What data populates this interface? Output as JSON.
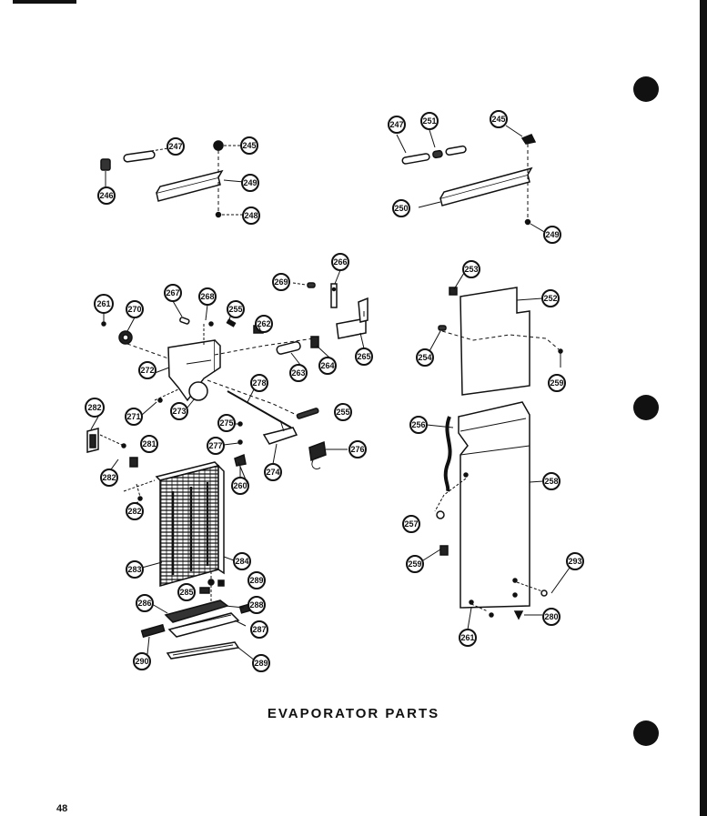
{
  "caption": "EVAPORATOR PARTS",
  "page_number": "48",
  "colors": {
    "ink": "#111111",
    "paper": "#ffffff"
  },
  "callouts": {
    "c247a": "247",
    "c245a": "245",
    "c246a": "246",
    "c248a": "248",
    "c249a": "249",
    "c247b": "247",
    "c251": "251",
    "c245b": "245",
    "c250": "250",
    "c249b": "249",
    "c261a": "261",
    "c270": "270",
    "c267": "267",
    "c268": "268",
    "c255a": "255",
    "c262": "262",
    "c269": "269",
    "c266": "266",
    "c272": "272",
    "c263": "263",
    "c264": "264",
    "c265": "265",
    "c271": "271",
    "c273": "273",
    "c278": "278",
    "c275": "275",
    "c255b": "255",
    "c277": "277",
    "c276": "276",
    "c274": "274",
    "c260": "260",
    "c282a": "282",
    "c282b": "282",
    "c281": "281",
    "c282c": "282",
    "c283": "283",
    "c284": "284",
    "c285": "285",
    "c289a": "289",
    "c286": "286",
    "c288": "288",
    "c287": "287",
    "c290": "290",
    "c289b": "289",
    "c253": "253",
    "c252": "252",
    "c254": "254",
    "c259a": "259",
    "c256": "256",
    "c258": "258",
    "c257": "257",
    "c259b": "259",
    "c293": "293",
    "c261b": "261",
    "c280": "280"
  }
}
